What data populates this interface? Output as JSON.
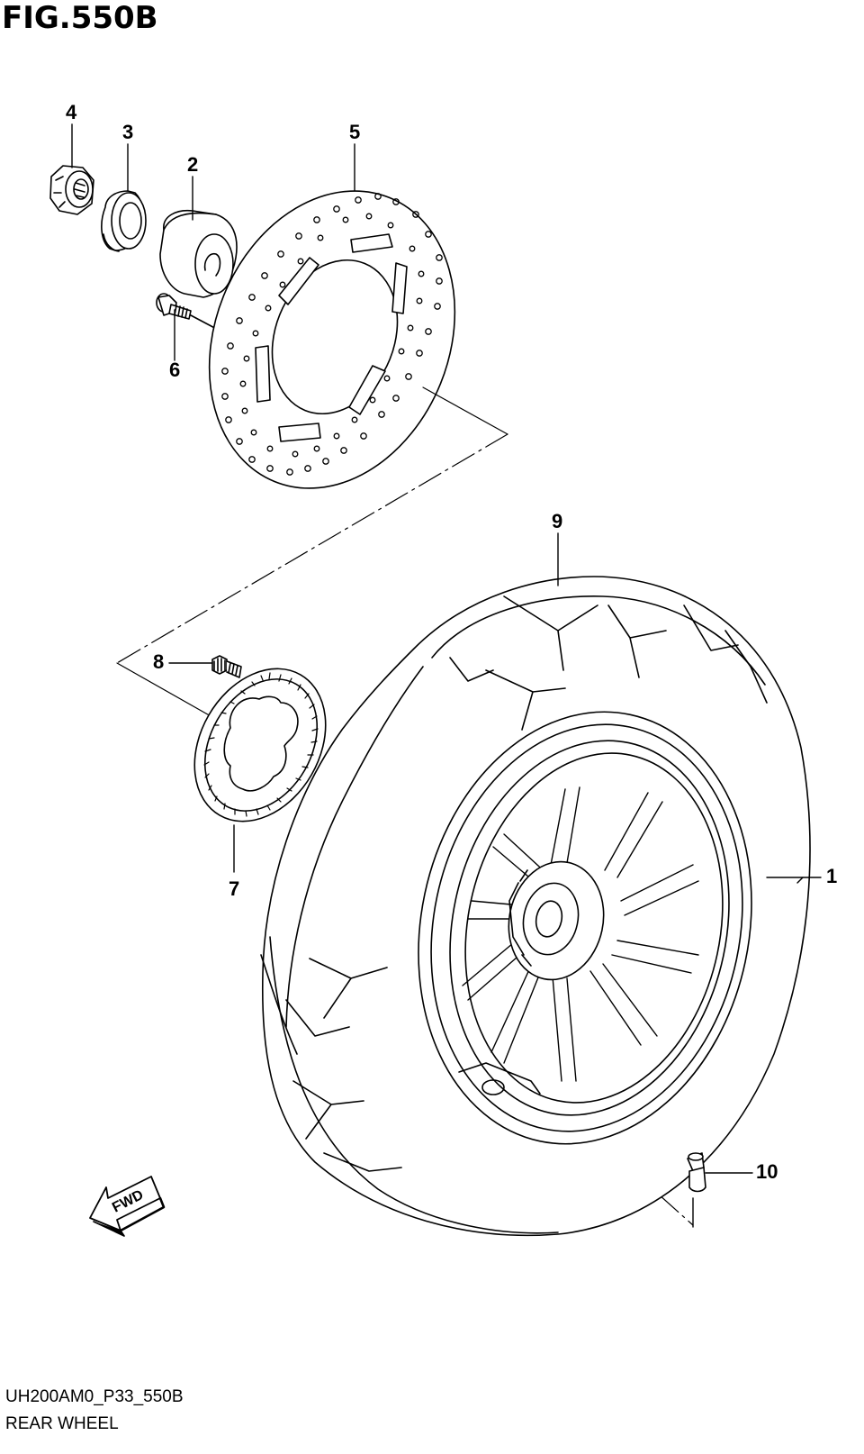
{
  "figure": {
    "title": "FIG.550B"
  },
  "callouts": [
    {
      "id": "4",
      "label": "4"
    },
    {
      "id": "3",
      "label": "3"
    },
    {
      "id": "2",
      "label": "2"
    },
    {
      "id": "5",
      "label": "5"
    },
    {
      "id": "6",
      "label": "6"
    },
    {
      "id": "9",
      "label": "9"
    },
    {
      "id": "8",
      "label": "8"
    },
    {
      "id": "7",
      "label": "7"
    },
    {
      "id": "1",
      "label": "1"
    },
    {
      "id": "10",
      "label": "10"
    }
  ],
  "fwd_label": "FWD",
  "footer": {
    "code": "UH200AM0_P33_550B",
    "caption": "REAR WHEEL"
  },
  "colors": {
    "ink": "#000000",
    "paper": "#ffffff"
  }
}
